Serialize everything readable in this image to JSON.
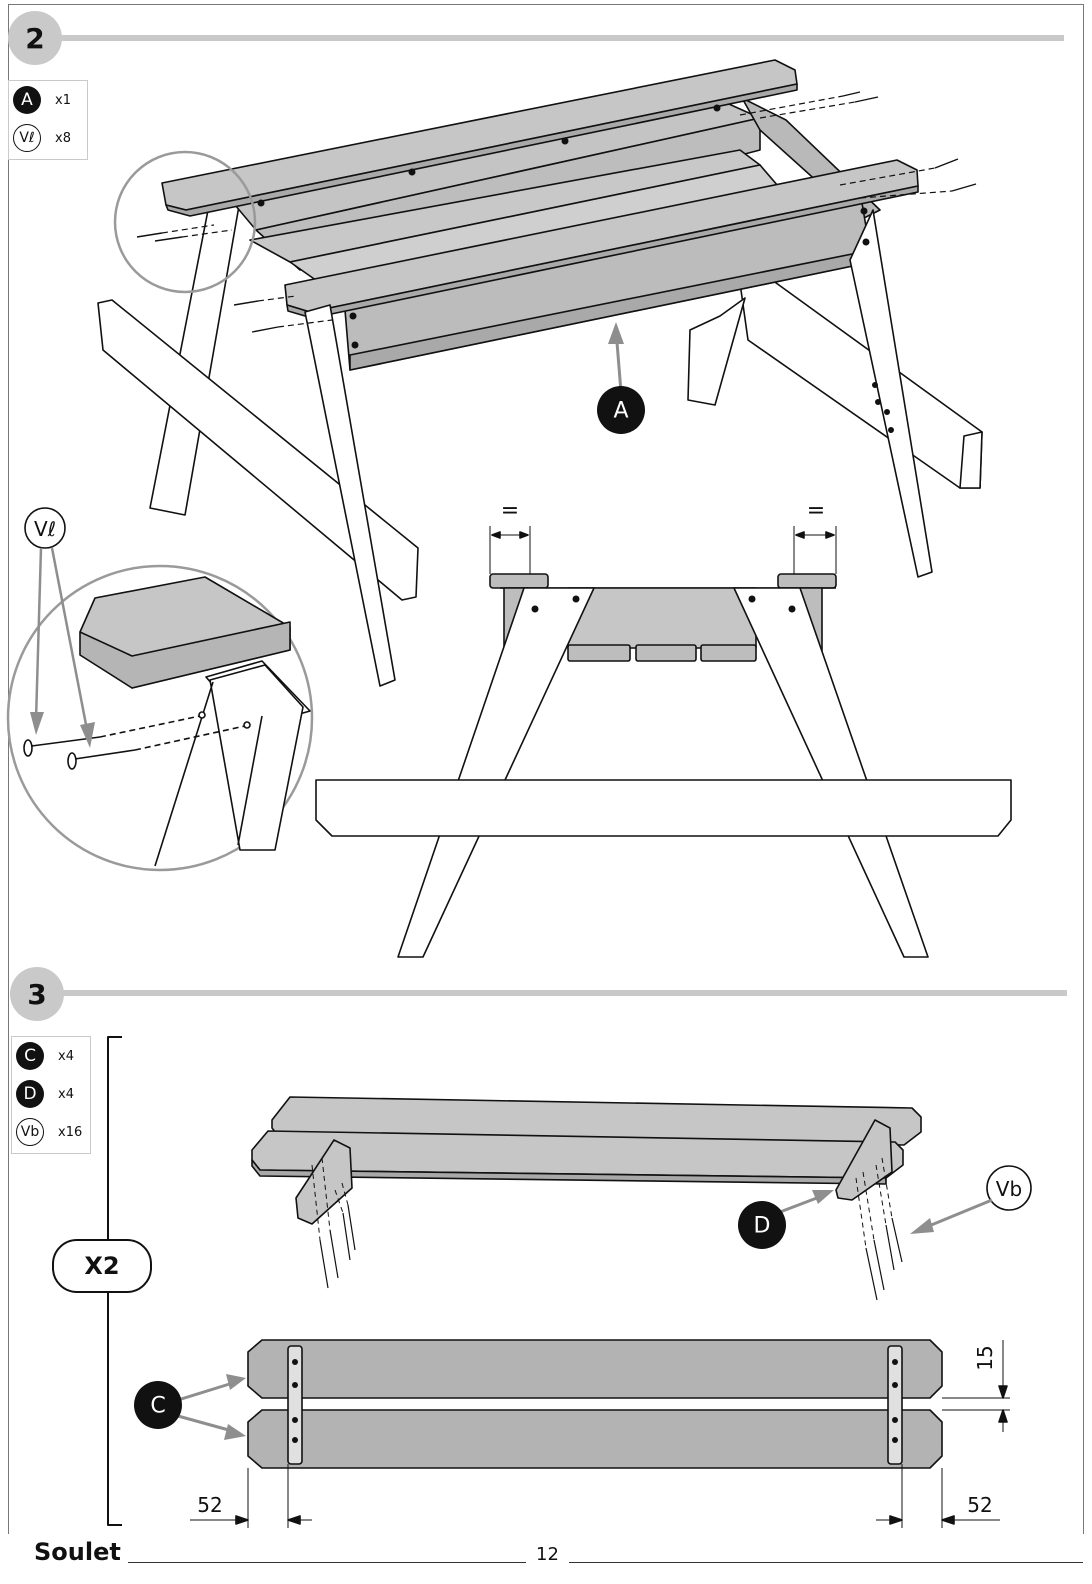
{
  "steps": [
    {
      "number": "2",
      "parts": [
        {
          "code": "A",
          "style": "filled",
          "qty": "x1"
        },
        {
          "code": "Vℓ",
          "style": "outline",
          "qty": "x8"
        }
      ],
      "callouts": {
        "part_a": "A",
        "screw": "Vℓ",
        "equal_left": "=",
        "equal_right": "="
      }
    },
    {
      "number": "3",
      "parts": [
        {
          "code": "C",
          "style": "filled",
          "qty": "x4"
        },
        {
          "code": "D",
          "style": "filled",
          "qty": "x4"
        },
        {
          "code": "Vb",
          "style": "outline",
          "qty": "x16"
        }
      ],
      "multiplier": "X2",
      "callouts": {
        "part_c": "C",
        "part_d": "D",
        "screw": "Vb"
      },
      "dimensions": {
        "left": "52",
        "right": "52",
        "gap": "15"
      }
    }
  ],
  "footer": {
    "brand": "Soulet",
    "page": "12"
  }
}
